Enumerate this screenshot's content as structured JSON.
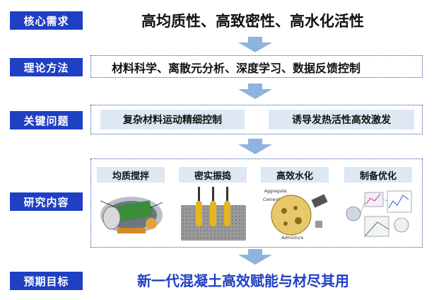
{
  "rows": {
    "core": {
      "label": "核心需求",
      "text": "高均质性、高致密性、高水化活性"
    },
    "theory": {
      "label": "理论方法",
      "text": "材料科学、离散元分析、深度学习、数据反馈控制"
    },
    "key": {
      "label": "关键问题",
      "items": [
        "复杂材料运动精细控制",
        "诱导发热活性高效激发"
      ]
    },
    "research": {
      "label": "研究内容",
      "items": [
        "均质搅拌",
        "密实振捣",
        "高效水化",
        "制备优化"
      ]
    },
    "goal": {
      "label": "预期目标",
      "text": "新一代混凝土高效赋能与材尽其用"
    }
  },
  "image_labels": {
    "aggregate": "Aggregate",
    "cement": "Cement",
    "admixture": "Admixture"
  },
  "colors": {
    "label_bg": "#1f3fc4",
    "arrow": "#8fb3df",
    "cell_bg": "#dde8f3",
    "goal_text": "#1f3fc4"
  }
}
